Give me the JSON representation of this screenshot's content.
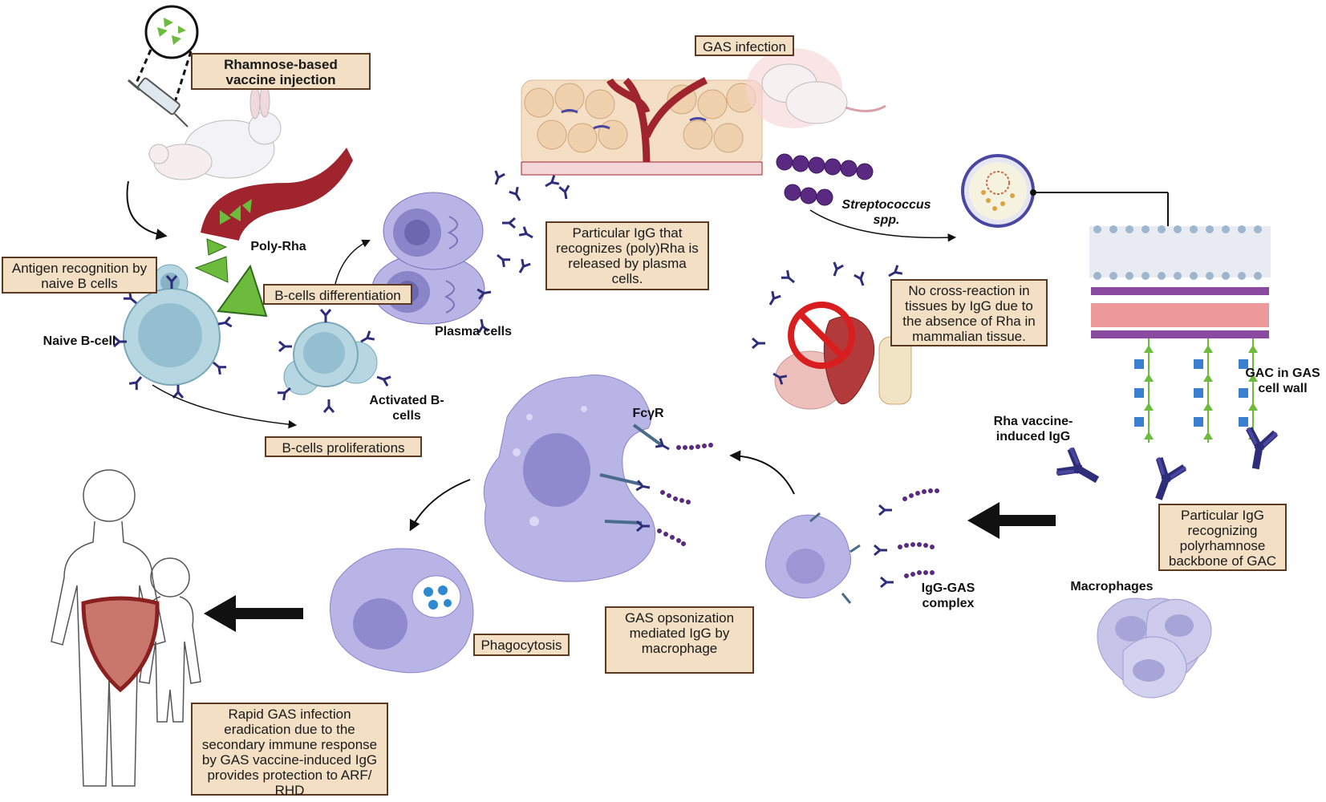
{
  "boxes": {
    "vaccine_injection": "Rhamnose-based vaccine injection",
    "antigen_recognition": "Antigen recognition by naive B cells",
    "b_cells_differentiation": "B-cells differentiation",
    "b_cells_proliferations": "B-cells proliferations",
    "gas_infection": "GAS infection",
    "particular_igg_released": "Particular IgG that recognizes (poly)Rha is released by plasma cells.",
    "no_cross_reaction": "No cross-reaction in tissues by IgG due to the absence of Rha in mammalian tissue.",
    "particular_igg_backbone": "Particular IgG recognizing polyrhamnose backbone of GAC",
    "phagocytosis": "Phagocytosis",
    "gas_opsonization": "GAS opsonization mediated IgG by macrophage",
    "rapid_eradication": "Rapid GAS infection eradication due to the secondary immune response by GAS vaccine-induced IgG provides protection to ARF/ RHD"
  },
  "labels": {
    "poly_rha": "Poly-Rha",
    "naive_b_cell": "Naive B-cell",
    "activated_b_cells": "Activated B-\ncells",
    "plasma_cells": "Plasma cells",
    "streptococcus": "Streptococcus\nspp.",
    "gac_in_gas_cell_wall": "GAC in GAS\ncell wall",
    "rha_vaccine_igg": "Rha vaccine-\ninduced IgG",
    "fcyr": "FcγR",
    "igg_gas_complex": "IgG-GAS\ncomplex",
    "macrophages": "Macrophages"
  },
  "colors": {
    "box_fill": "#f2dfc4",
    "box_border": "#5a3a20",
    "cell_purple": "#b8b4e6",
    "b_cell_blue": "#b6d7e2",
    "rhamnose_green": "#6dbb3c",
    "antibody_navy": "#2e2d7a",
    "vessel_red": "#a0242e",
    "shield_red": "#c9776d"
  }
}
